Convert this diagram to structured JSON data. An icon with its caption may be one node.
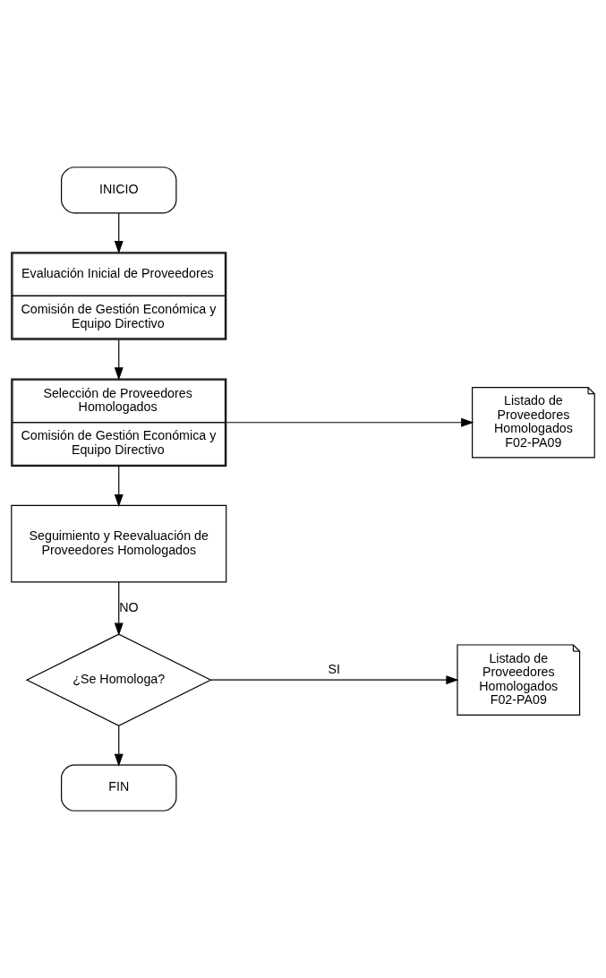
{
  "diagram": {
    "nodes": [
      {
        "text": [
          "INICIO"
        ]
      },
      {
        "text": [
          "Evaluación Inicial de Proveedores",
          "Comisión de Gestión Económica y Equipo Directivo"
        ]
      },
      {
        "text": [
          "Selección de Proveedores Homologados",
          "Comisión de Gestión Económica y Equipo Directivo"
        ]
      },
      {
        "text": [
          "Listado de Proveedores Homologados F02-PA09"
        ]
      },
      {
        "text": [
          "Seguimiento y Reevaluación de Proveedores Homologados"
        ]
      },
      {
        "text": [
          "¿Se Homologa?"
        ]
      },
      {
        "text": [
          "Listado de Proveedores Homologados F02-PA09"
        ]
      },
      {
        "text": [
          "FIN"
        ]
      }
    ],
    "edges": [
      {
        "from": 0,
        "to": 1,
        "arrow": "to"
      },
      {
        "from": 1,
        "to": 2,
        "arrow": "to"
      },
      {
        "from": 2,
        "to": 3,
        "arrow": "to"
      },
      {
        "from": 2,
        "to": 4,
        "arrow": "to"
      },
      {
        "from": 4,
        "to": 5,
        "arrow": "to",
        "label": "NO"
      },
      {
        "from": 5,
        "to": 6,
        "arrow": "to",
        "label": "SI"
      },
      {
        "from": 5,
        "to": 7,
        "arrow": "to"
      }
    ]
  }
}
